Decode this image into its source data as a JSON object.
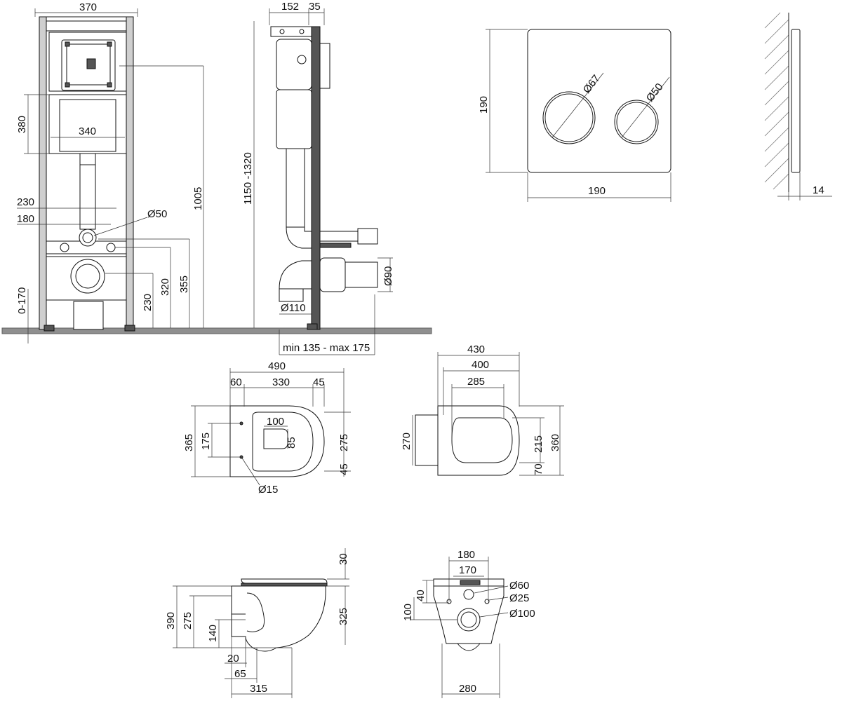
{
  "frame_front": {
    "overall_width": "370",
    "tank_height": "380",
    "tank_width": "340",
    "bolt_span_outer": "230",
    "bolt_span_inner": "180",
    "outlet_diameter": "Ø50",
    "adjust_range": "0-170",
    "height_total": "1005",
    "height_355": "355",
    "height_320": "320",
    "height_230": "230"
  },
  "frame_side": {
    "depth": "152",
    "panel": "35",
    "height_range": "1150 -1320",
    "drain_diameter": "Ø110",
    "pipe_diameter": "Ø90",
    "offset_range": "min 135 - max 175"
  },
  "flush_plate": {
    "height": "190",
    "width": "190",
    "big_button": "Ø67",
    "small_button": "Ø50",
    "thickness": "14"
  },
  "bowl_top": {
    "overall": "490",
    "left_offset": "60",
    "middle": "330",
    "right_offset": "45",
    "width": "365",
    "hole_span": "175",
    "outlet_width": "100",
    "outlet_depth": "85",
    "inner_width": "275",
    "bottom_offset": "45",
    "hole_diameter": "Ø15"
  },
  "seat_top": {
    "overall": "430",
    "length": "400",
    "opening": "285",
    "hinge_width": "270",
    "opening_width": "215",
    "width": "360",
    "front_offset": "70"
  },
  "bowl_side": {
    "lid": "30",
    "height": "390",
    "outlet_height": "275",
    "drain_height": "140",
    "body_height": "325",
    "offset_20": "20",
    "offset_65": "65",
    "length": "315"
  },
  "bowl_back": {
    "width_top": "180",
    "width_inner": "170",
    "vertical_40": "40",
    "vertical_100": "100",
    "hole_60": "Ø60",
    "hole_25": "Ø25",
    "hole_100": "Ø100",
    "width_bottom": "280"
  }
}
